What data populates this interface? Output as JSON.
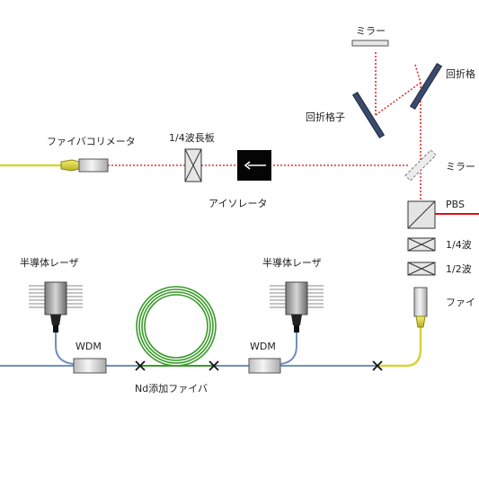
{
  "labels": {
    "mirror_top": "ミラー",
    "grating_right": "回折格",
    "grating_left": "回折格子",
    "fiber_collimator_top": "ファイバコリメータ",
    "quarter_wave_top": "1/4波長板",
    "isolator": "アイソレータ",
    "mirror_right": "ミラー",
    "pbs": "PBS",
    "quarter_wave_right": "1/4波",
    "half_wave_right": "1/2波",
    "fiber_right": "ファイ",
    "laser_left": "半導体レーザ",
    "laser_right": "半導体レーザ",
    "wdm_left": "WDM",
    "wdm_right": "WDM",
    "nd_fiber": "Nd添加ファイバ"
  },
  "colors": {
    "fiber_blue": "#6f8fbf",
    "fiber_yellow": "#d6d23a",
    "fiber_green": "#3a9a2a",
    "beam_red": "#e03030",
    "pbs_red": "#dd1111"
  }
}
